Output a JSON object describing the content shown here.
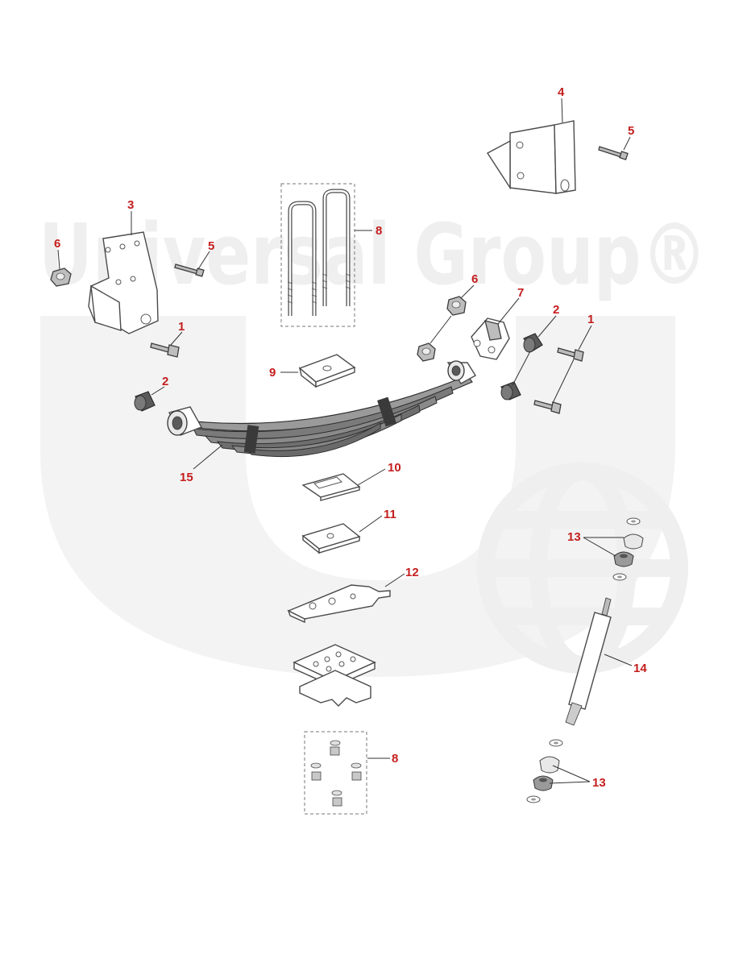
{
  "watermark": {
    "text": "Universal Group®",
    "color": "#efefef"
  },
  "colors": {
    "callout": "#c41e1e",
    "outline": "#4a4a4a",
    "spring": "#6b6b6b"
  },
  "callouts": [
    {
      "id": "c4",
      "label": "4"
    },
    {
      "id": "c5a",
      "label": "5"
    },
    {
      "id": "c3",
      "label": "3"
    },
    {
      "id": "c6a",
      "label": "6"
    },
    {
      "id": "c5b",
      "label": "5"
    },
    {
      "id": "c8a",
      "label": "8"
    },
    {
      "id": "c6b",
      "label": "6"
    },
    {
      "id": "c7",
      "label": "7"
    },
    {
      "id": "c2a",
      "label": "2"
    },
    {
      "id": "c1a",
      "label": "1"
    },
    {
      "id": "c1b",
      "label": "1"
    },
    {
      "id": "c9",
      "label": "9"
    },
    {
      "id": "c2b",
      "label": "2"
    },
    {
      "id": "c15",
      "label": "15"
    },
    {
      "id": "c10",
      "label": "10"
    },
    {
      "id": "c11",
      "label": "11"
    },
    {
      "id": "c13a",
      "label": "13"
    },
    {
      "id": "c12",
      "label": "12"
    },
    {
      "id": "c14",
      "label": "14"
    },
    {
      "id": "c8b",
      "label": "8"
    },
    {
      "id": "c13b",
      "label": "13"
    }
  ]
}
